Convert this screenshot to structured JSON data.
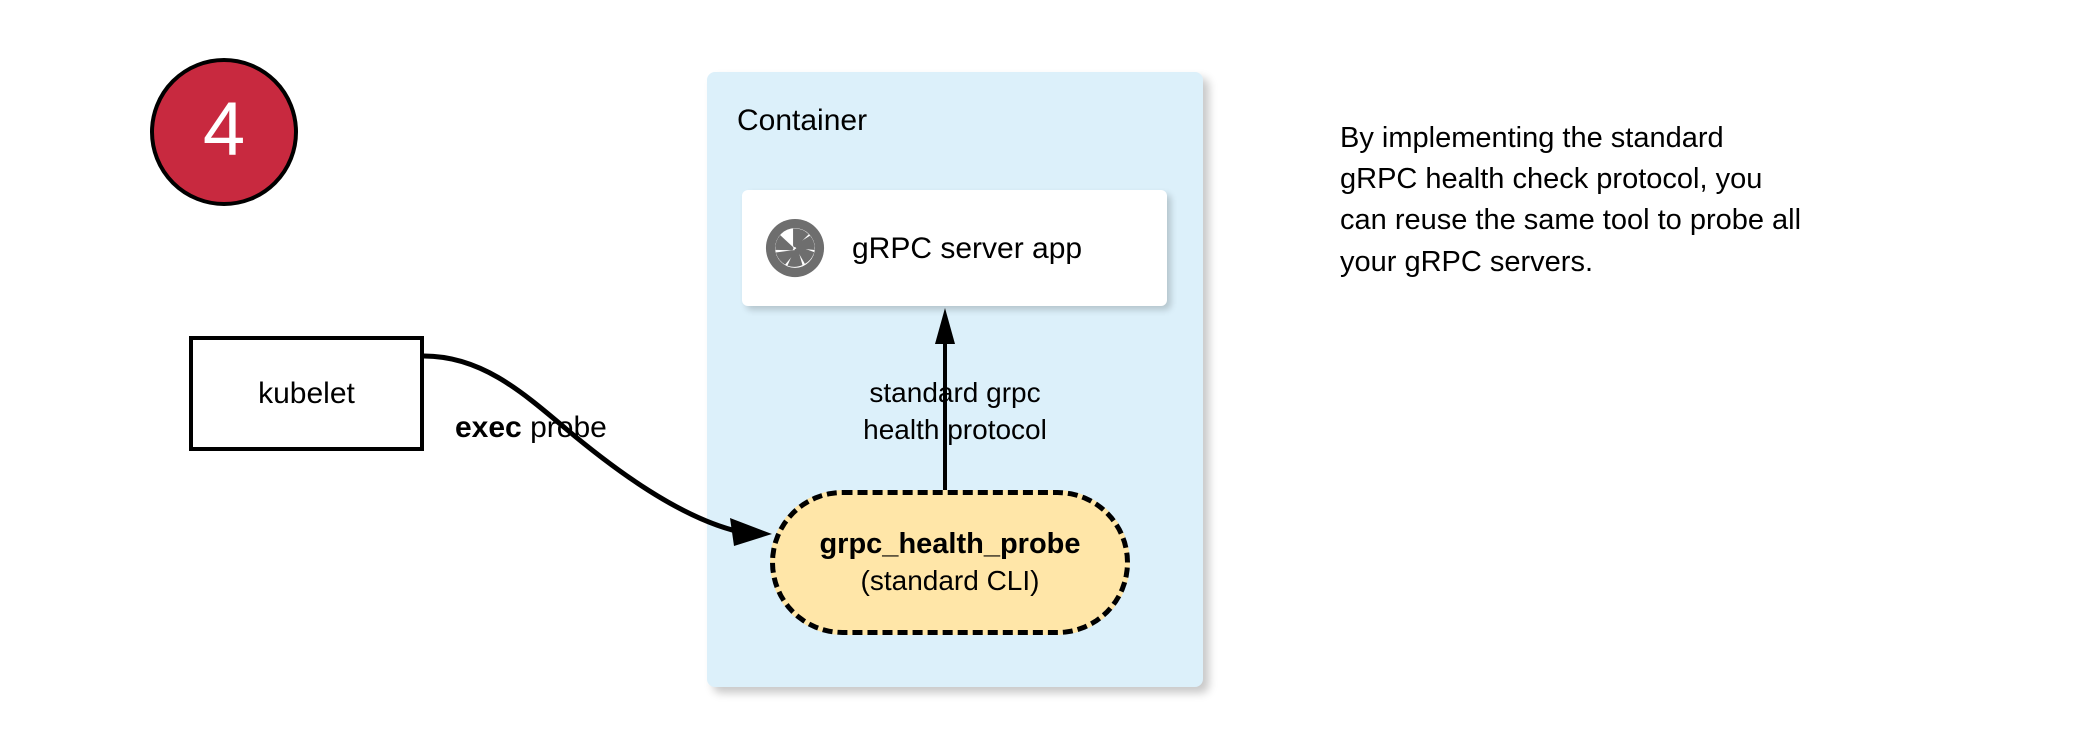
{
  "step": {
    "number": "4"
  },
  "kubelet": {
    "label": "kubelet"
  },
  "container": {
    "title": "Container",
    "fill_color": "#dcf0fa"
  },
  "server_card": {
    "label": "gRPC server app",
    "icon": "grpc-aperture-icon"
  },
  "protocol": {
    "line1": "standard grpc",
    "line2": "health protocol"
  },
  "probe": {
    "name": "grpc_health_probe",
    "subtitle": "(standard CLI)",
    "fill_color": "#ffe6a8"
  },
  "exec_edge": {
    "label_bold": "exec",
    "label_rest": " probe"
  },
  "note": {
    "line1": "By implementing the standard",
    "line2": "gRPC health check protocol, you",
    "line3": "can reuse the same tool to probe all",
    "line4": "your gRPC servers."
  }
}
